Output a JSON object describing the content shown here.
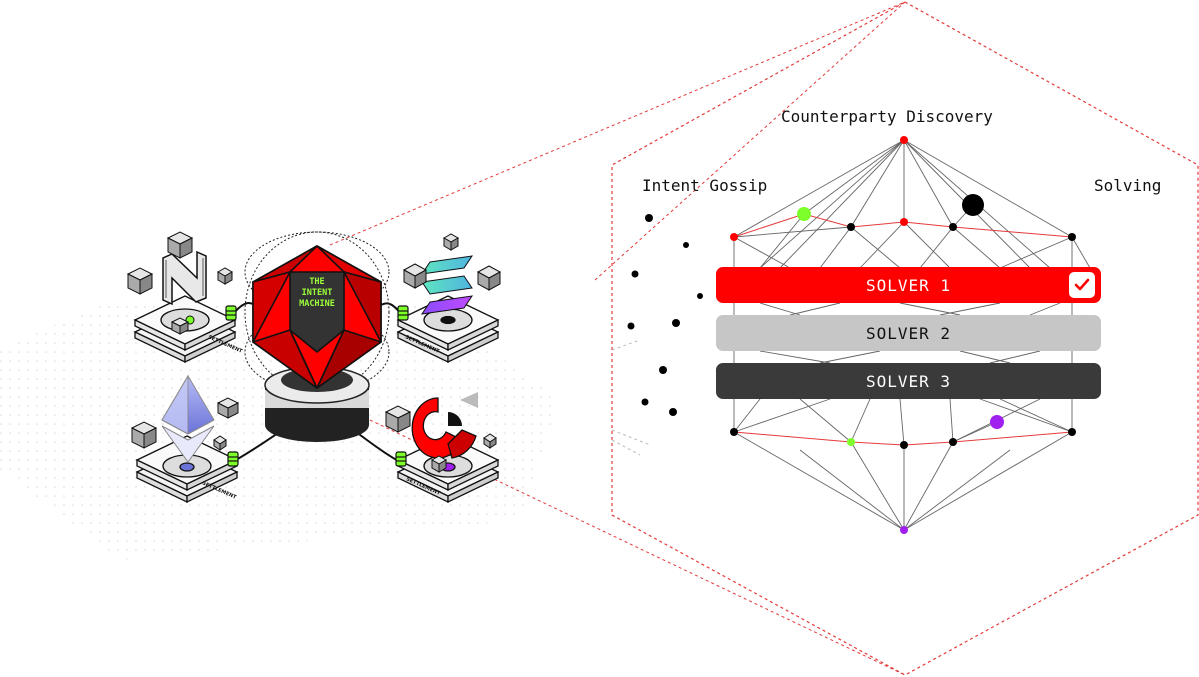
{
  "labels": {
    "counterparty_discovery": "Counterparty Discovery",
    "intent_gossip": "Intent Gossip",
    "solving": "Solving"
  },
  "solvers": [
    {
      "label": "SOLVER 1",
      "selected": true,
      "color": "#ff0000"
    },
    {
      "label": "SOLVER 2",
      "selected": false,
      "color": "#c6c6c6"
    },
    {
      "label": "SOLVER 3",
      "selected": false,
      "color": "#3a3a3a"
    }
  ],
  "machine": {
    "line1": "THE",
    "line2": "INTENT",
    "line3": "MACHINE"
  },
  "settlement_label": "SETTLEMENT",
  "colors": {
    "accent_red": "#ff0000",
    "node_green": "#7dff2a",
    "node_purple": "#a020f0",
    "dashed_outline": "#e53a3a"
  },
  "icons": [
    "near-logo-icon",
    "solana-logo-icon",
    "ethereum-logo-icon",
    "red-ring-logo-icon"
  ]
}
